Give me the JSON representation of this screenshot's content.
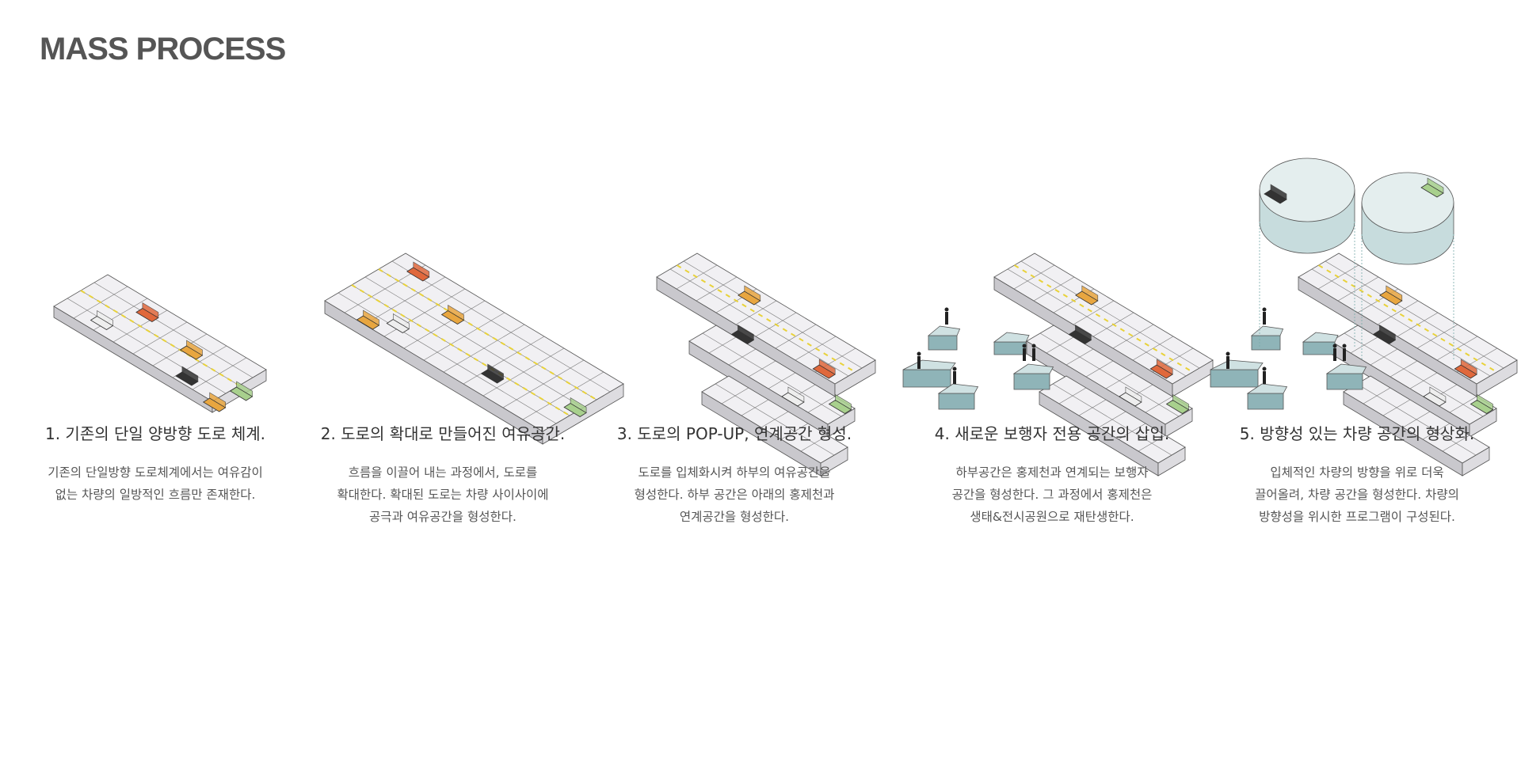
{
  "title": "MASS PROCESS",
  "steps": [
    {
      "heading": "1. 기존의 단일 양방향  도로 체계.",
      "lines": [
        "기존의 단일방향 도로체계에서는 여유감이",
        "없는 차량의 일방적인 흐름만 존재한다."
      ]
    },
    {
      "heading": "2. 도로의 확대로 만들어진 여유공간.",
      "lines": [
        "흐름을 이끌어 내는 과정에서, 도로를",
        "확대한다. 확대된 도로는 차량 사이사이에",
        "공극과 여유공간을 형성한다."
      ]
    },
    {
      "heading": "3. 도로의  POP-UP, 연계공간  형성.",
      "lines": [
        "도로를 입체화시켜 하부의 여유공간을",
        "형성한다. 하부 공간은 아래의 홍제천과",
        "연계공간을 형성한다."
      ]
    },
    {
      "heading": "4. 새로운 보행자 전용 공간의 삽입.",
      "lines": [
        "하부공간은 홍제천과 연계되는 보행자",
        "공간을 형성한다. 그 과정에서 홍제천은",
        "생태&전시공원으로 재탄생한다."
      ]
    },
    {
      "heading": "5. 방향성 있는 차량 공간의 형상화.",
      "lines": [
        "입체적인 차량의 방향을 위로 더욱",
        "끌어올려, 차량 공간을 형성한다. 차량의",
        "방향성을 위시한 프로그램이 구성된다."
      ]
    }
  ],
  "colors": {
    "tile": "#f1f0f3",
    "tile_side": "#c9c8cd",
    "line": "#555555",
    "road_mark": "#e8d23a",
    "pedestrian": "#cfe1e2",
    "car_orange": "#e0683c",
    "car_yellow": "#e8a640",
    "car_green": "#a8d08d",
    "car_black": "#333333",
    "car_white": "#eeeeee"
  }
}
